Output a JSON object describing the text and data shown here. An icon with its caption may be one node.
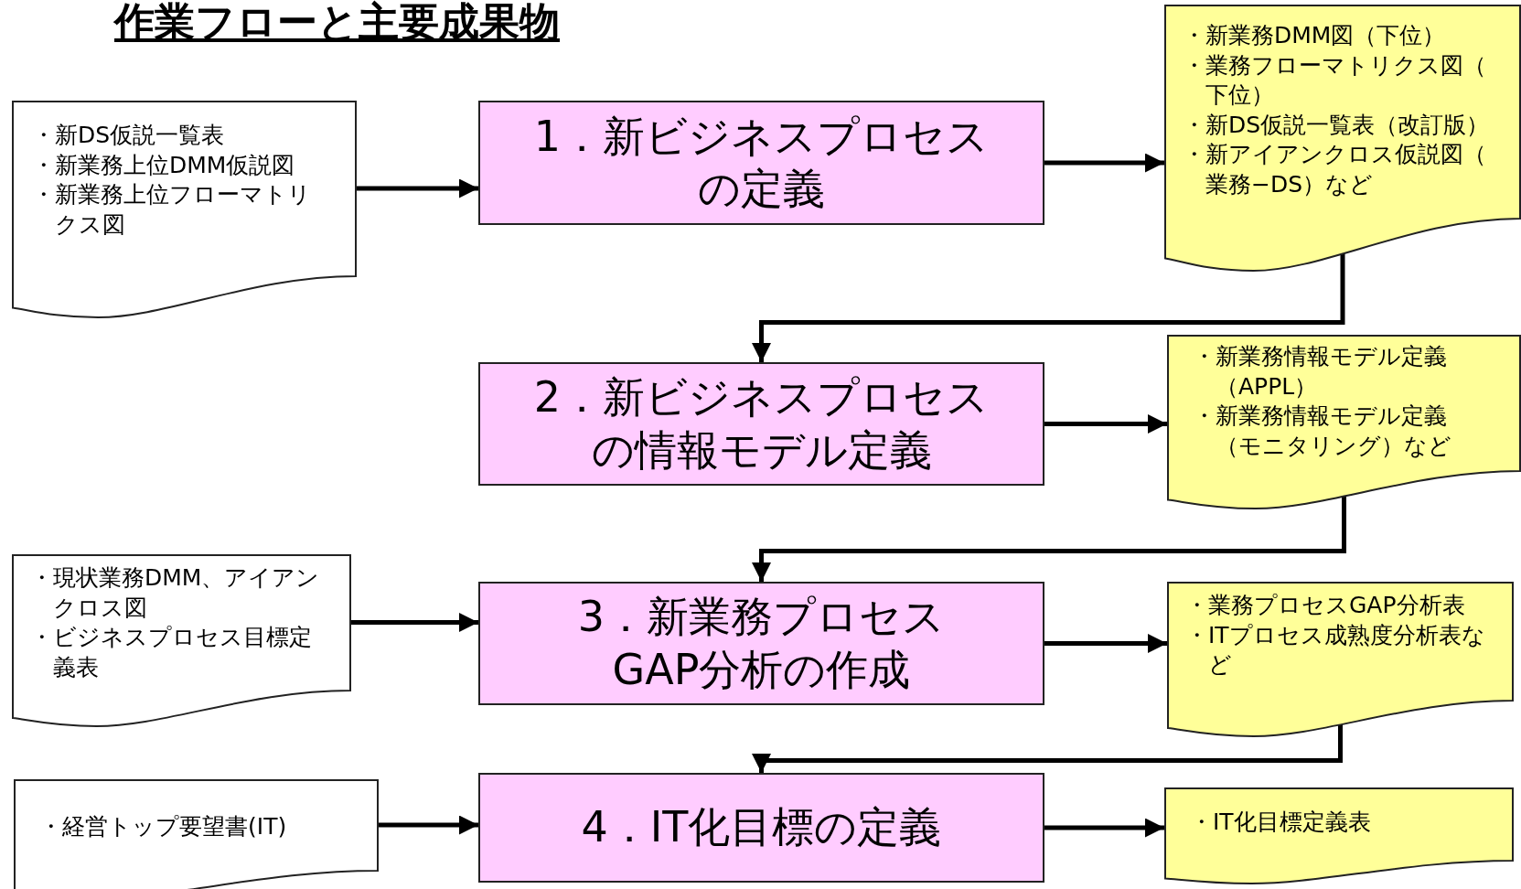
{
  "diagram": {
    "title": "作業フローと主要成果物",
    "nodes": [
      {
        "text": [
          "・新DS仮説一覧表",
          "・新業務上位DMM仮説図",
          "・新業務上位フローマトリクス図"
        ]
      },
      {
        "text": [
          "1．新ビジネスプロセスの定義"
        ]
      },
      {
        "text": [
          "・新業務DMM図（下位）",
          "・業務フローマトリクス図（下位）",
          "・新DS仮説一覧表（改訂版）",
          "・新アイアンクロス仮説図（業務−DS）など"
        ]
      },
      {
        "text": [
          "2．新ビジネスプロセスの情報モデル定義"
        ]
      },
      {
        "text": [
          "・新業務情報モデル定義（APPL）",
          "・新業務情報モデル定義（モニタリング）など"
        ]
      },
      {
        "text": [
          "・現状業務DMM、アイアンクロス図",
          "・ビジネスプロセス目標定義表"
        ]
      },
      {
        "text": [
          "3．新業務プロセスGAP分析の作成"
        ]
      },
      {
        "text": [
          "・業務プロセスGAP分析表",
          "・ITプロセス成熟度分析表など"
        ]
      },
      {
        "text": [
          "・経営トップ要望書(IT)"
        ]
      },
      {
        "text": [
          "4．IT化目標の定義"
        ]
      },
      {
        "text": [
          "・IT化目標定義表"
        ]
      }
    ],
    "edges": [
      {
        "from": 0,
        "to": 1,
        "arrow": "to"
      },
      {
        "from": 1,
        "to": 2,
        "arrow": "to"
      },
      {
        "from": 2,
        "to": 3,
        "arrow": "to"
      },
      {
        "from": 3,
        "to": 4,
        "arrow": "to"
      },
      {
        "from": 4,
        "to": 6,
        "arrow": "to"
      },
      {
        "from": 5,
        "to": 6,
        "arrow": "to"
      },
      {
        "from": 6,
        "to": 7,
        "arrow": "to"
      },
      {
        "from": 7,
        "to": 9,
        "arrow": "to"
      },
      {
        "from": 8,
        "to": 9,
        "arrow": "to"
      },
      {
        "from": 9,
        "to": 10,
        "arrow": "to"
      }
    ]
  }
}
